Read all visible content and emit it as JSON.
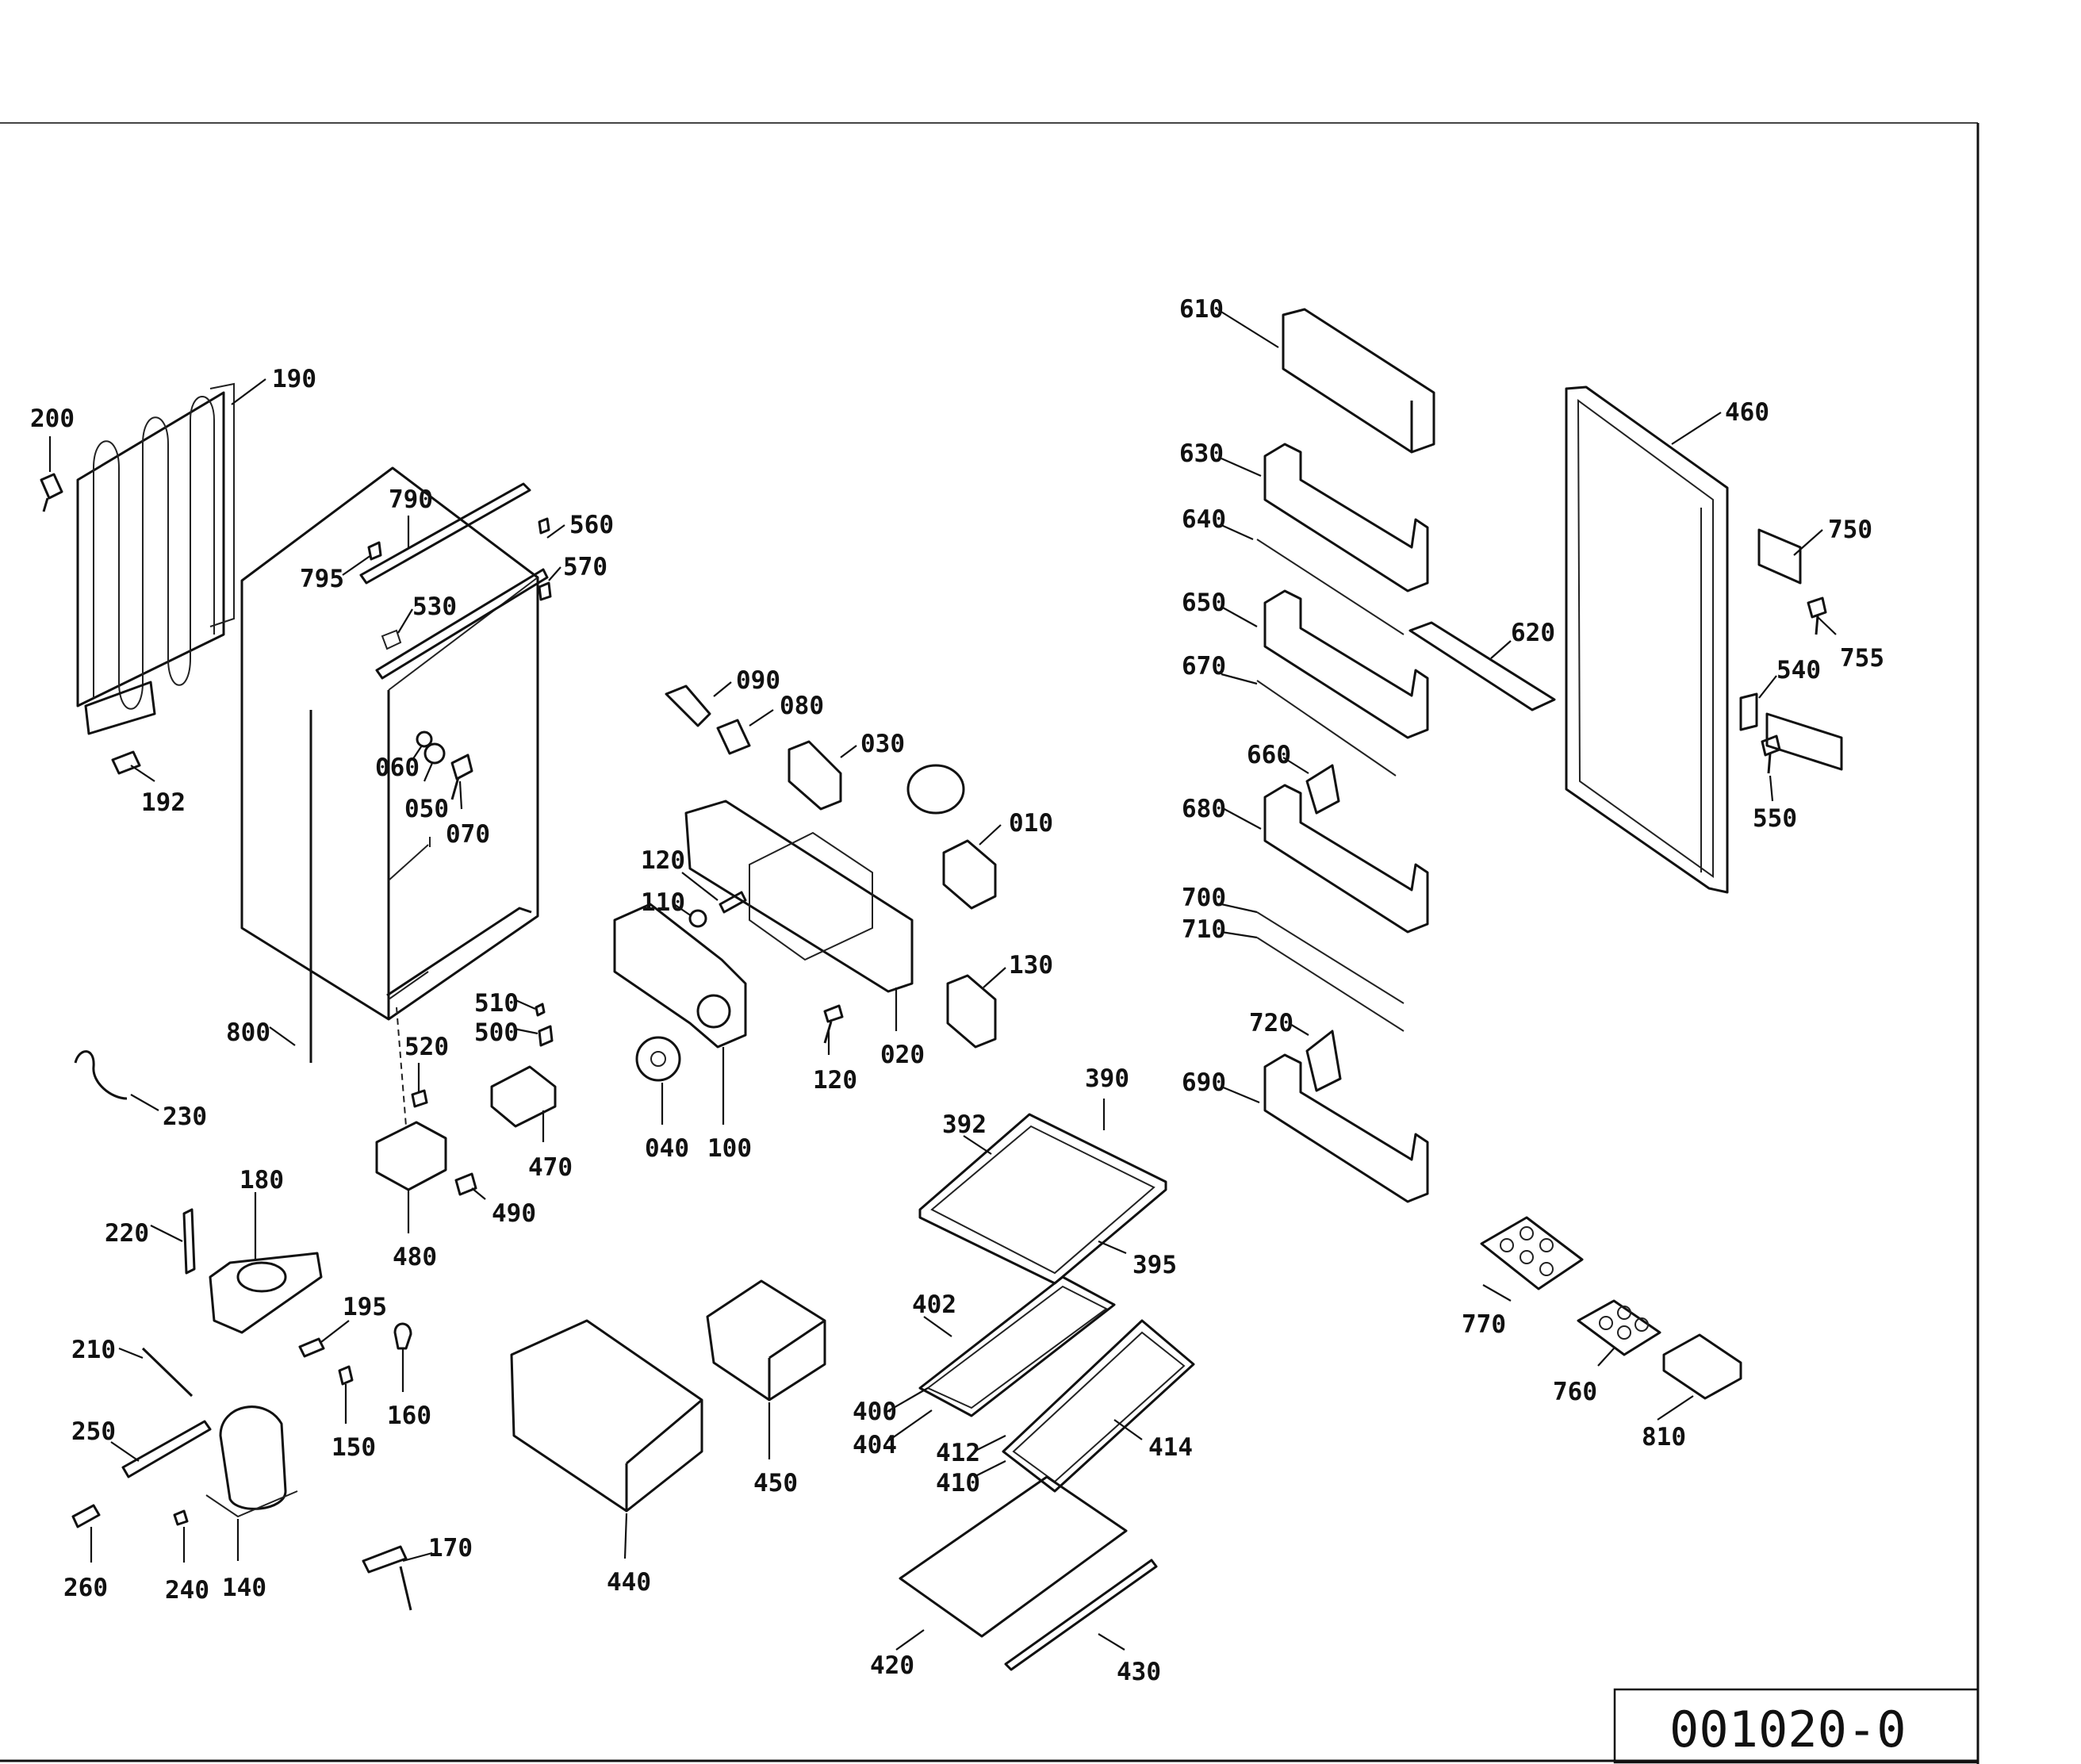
{
  "document_number": "001020-0",
  "part_labels": [
    {
      "id": "l610",
      "text": "610"
    },
    {
      "id": "l460",
      "text": "460"
    },
    {
      "id": "l190",
      "text": "190"
    },
    {
      "id": "l200",
      "text": "200"
    },
    {
      "id": "l630",
      "text": "630"
    },
    {
      "id": "l750",
      "text": "750"
    },
    {
      "id": "l790",
      "text": "790"
    },
    {
      "id": "l560",
      "text": "560"
    },
    {
      "id": "l640",
      "text": "640"
    },
    {
      "id": "l795",
      "text": "795"
    },
    {
      "id": "l570",
      "text": "570"
    },
    {
      "id": "l755",
      "text": "755"
    },
    {
      "id": "l530",
      "text": "530"
    },
    {
      "id": "l650",
      "text": "650"
    },
    {
      "id": "l620",
      "text": "620"
    },
    {
      "id": "l540",
      "text": "540"
    },
    {
      "id": "l670",
      "text": "670"
    },
    {
      "id": "l090",
      "text": "090"
    },
    {
      "id": "l080",
      "text": "080"
    },
    {
      "id": "l030",
      "text": "030"
    },
    {
      "id": "l060",
      "text": "060"
    },
    {
      "id": "l660",
      "text": "660"
    },
    {
      "id": "l192",
      "text": "192"
    },
    {
      "id": "l050",
      "text": "050"
    },
    {
      "id": "l070",
      "text": "070"
    },
    {
      "id": "l680",
      "text": "680"
    },
    {
      "id": "l550",
      "text": "550"
    },
    {
      "id": "l010",
      "text": "010"
    },
    {
      "id": "l120a",
      "text": "120"
    },
    {
      "id": "l110",
      "text": "110"
    },
    {
      "id": "l700",
      "text": "700"
    },
    {
      "id": "l710",
      "text": "710"
    },
    {
      "id": "l130",
      "text": "130"
    },
    {
      "id": "l510",
      "text": "510"
    },
    {
      "id": "l500",
      "text": "500"
    },
    {
      "id": "l720",
      "text": "720"
    },
    {
      "id": "l800",
      "text": "800"
    },
    {
      "id": "l520",
      "text": "520"
    },
    {
      "id": "l020",
      "text": "020"
    },
    {
      "id": "l120b",
      "text": "120"
    },
    {
      "id": "l390",
      "text": "390"
    },
    {
      "id": "l690",
      "text": "690"
    },
    {
      "id": "l230",
      "text": "230"
    },
    {
      "id": "l392",
      "text": "392"
    },
    {
      "id": "l040",
      "text": "040"
    },
    {
      "id": "l100",
      "text": "100"
    },
    {
      "id": "l470",
      "text": "470"
    },
    {
      "id": "l180",
      "text": "180"
    },
    {
      "id": "l490",
      "text": "490"
    },
    {
      "id": "l220",
      "text": "220"
    },
    {
      "id": "l480",
      "text": "480"
    },
    {
      "id": "l395",
      "text": "395"
    },
    {
      "id": "l195",
      "text": "195"
    },
    {
      "id": "l770",
      "text": "770"
    },
    {
      "id": "l402",
      "text": "402"
    },
    {
      "id": "l210",
      "text": "210"
    },
    {
      "id": "l160",
      "text": "160"
    },
    {
      "id": "l760",
      "text": "760"
    },
    {
      "id": "l250",
      "text": "250"
    },
    {
      "id": "l400",
      "text": "400"
    },
    {
      "id": "l404",
      "text": "404"
    },
    {
      "id": "l150",
      "text": "150"
    },
    {
      "id": "l450",
      "text": "450"
    },
    {
      "id": "l810",
      "text": "810"
    },
    {
      "id": "l414",
      "text": "414"
    },
    {
      "id": "l412",
      "text": "412"
    },
    {
      "id": "l410",
      "text": "410"
    },
    {
      "id": "l170",
      "text": "170"
    },
    {
      "id": "l260",
      "text": "260"
    },
    {
      "id": "l240",
      "text": "240"
    },
    {
      "id": "l140",
      "text": "140"
    },
    {
      "id": "l440",
      "text": "440"
    },
    {
      "id": "l420",
      "text": "420"
    },
    {
      "id": "l430",
      "text": "430"
    }
  ]
}
